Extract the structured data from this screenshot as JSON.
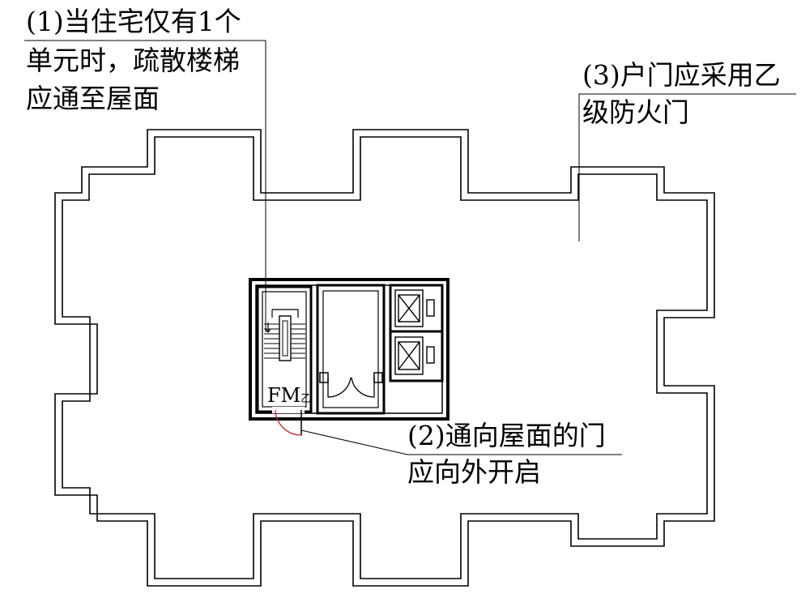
{
  "annotations": [
    {
      "id": "note-1",
      "lines": [
        "(1)当住宅仅有1个",
        "单元时，疏散楼梯",
        "应通至屋面"
      ]
    },
    {
      "id": "note-2",
      "lines": [
        "(2)通向屋面的门",
        "应向外开启"
      ]
    },
    {
      "id": "note-3",
      "lines": [
        "(3)户门应采用乙",
        "级防火门"
      ]
    }
  ],
  "door_label": {
    "main": "FM",
    "sub": "乙"
  },
  "colors": {
    "lines": "#000000",
    "door_swing": "#cc2222",
    "background": "#ffffff"
  }
}
